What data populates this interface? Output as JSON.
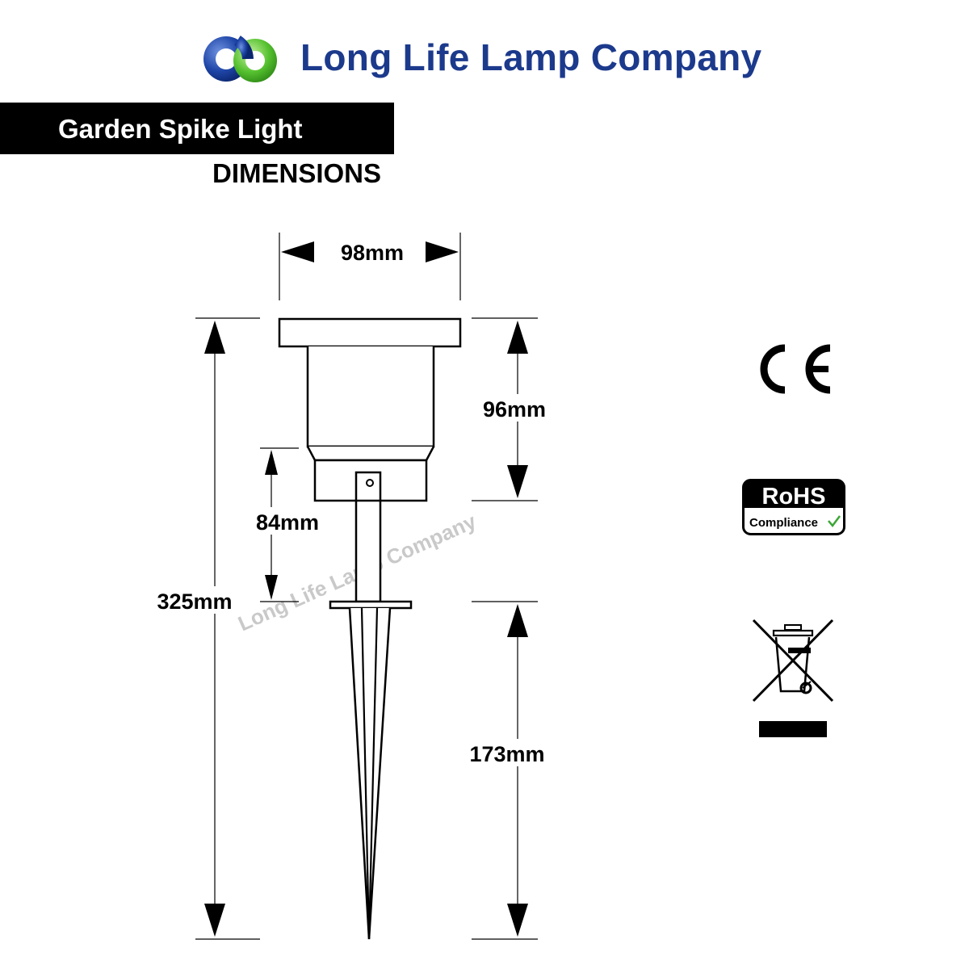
{
  "header": {
    "company_name": "Long Life Lamp Company",
    "logo_icon": "interlocking-rings-logo-icon",
    "brand_colors": {
      "primary": "#1c3a8c",
      "secondary": "#5cc43a"
    }
  },
  "banner": {
    "title": "Garden Spike Light",
    "subtitle": "DIMENSIONS"
  },
  "dimensions": {
    "width": "98mm",
    "head_height": "96mm",
    "stem_height": "84mm",
    "total_height": "325mm",
    "spike_length": "173mm"
  },
  "watermark": "Long Life Lamp Company",
  "certifications": {
    "ce_mark": "CE",
    "rohs_title": "RoHS",
    "rohs_subtitle": "Compliance",
    "weee_icon": "crossed-out-wheelie-bin-icon"
  }
}
